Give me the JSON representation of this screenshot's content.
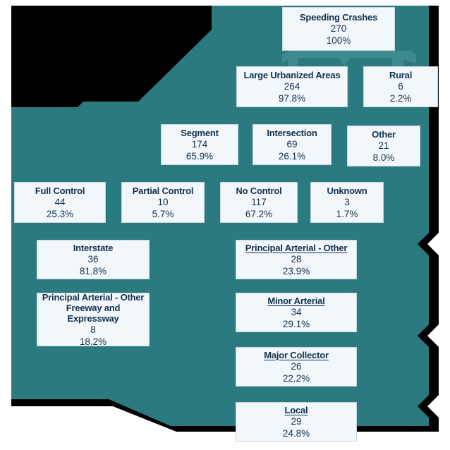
{
  "figure": {
    "type": "flow-tree",
    "background_color": "#2b7a7f",
    "node_fill": "#f2f7fc",
    "node_text_color": "#12314d",
    "connector_color": "#3d8b8f"
  },
  "nodes": {
    "root": {
      "title": "Speeding Crashes",
      "count": "270",
      "percent": "100%"
    },
    "level2": [
      {
        "title": "Large Urbanized Areas",
        "count": "264",
        "percent": "97.8%"
      },
      {
        "title": "Rural",
        "count": "6",
        "percent": "2.2%"
      }
    ],
    "level3": [
      {
        "title": "Segment",
        "count": "174",
        "percent": "65.9%"
      },
      {
        "title": "Intersection",
        "count": "69",
        "percent": "26.1%"
      },
      {
        "title": "Other",
        "count": "21",
        "percent": "8.0%"
      }
    ],
    "level4": [
      {
        "title": "Full Control",
        "count": "44",
        "percent": "25.3%"
      },
      {
        "title": "Partial Control",
        "count": "10",
        "percent": "5.7%"
      },
      {
        "title": "No Control",
        "count": "117",
        "percent": "67.2%"
      },
      {
        "title": "Unknown",
        "count": "3",
        "percent": "1.7%"
      }
    ],
    "level5_left": [
      {
        "title": "Interstate",
        "count": "36",
        "percent": "81.8%"
      },
      {
        "title": "Principal Arterial - Other\nFreeway and Expressway",
        "count": "8",
        "percent": "18.2%"
      }
    ],
    "level5_right": [
      {
        "title": "Principal Arterial - Other",
        "count": "28",
        "percent": "23.9%"
      },
      {
        "title": "Minor Arterial",
        "count": "34",
        "percent": "29.1%"
      },
      {
        "title": "Major Collector",
        "count": "26",
        "percent": "22.2%"
      },
      {
        "title": "Local",
        "count": "29",
        "percent": "24.8%"
      }
    ]
  }
}
